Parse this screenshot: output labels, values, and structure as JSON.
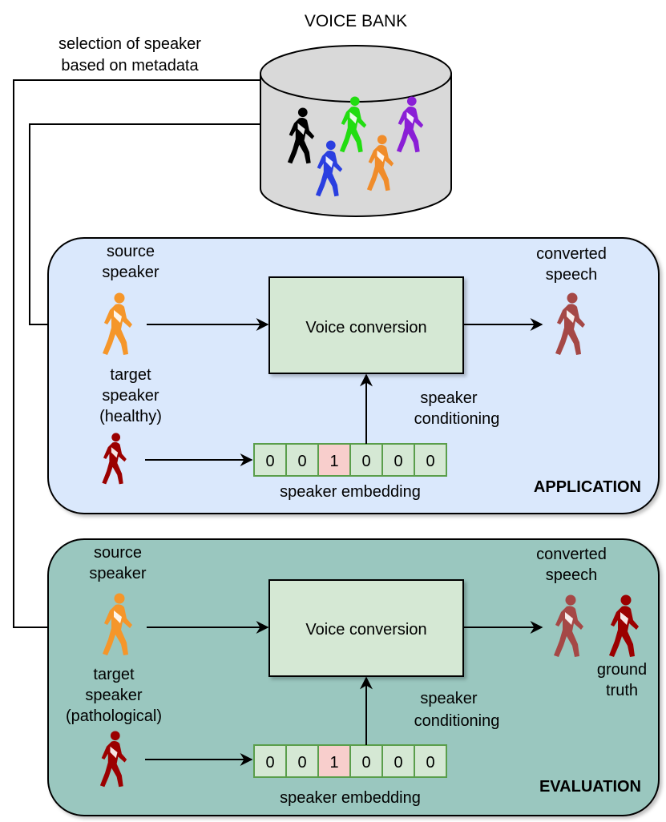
{
  "voice_bank": {
    "title": "VOICE BANK",
    "selection_label_line1": "selection of speaker",
    "selection_label_line2": "based on metadata",
    "walker_colors": [
      "#000000",
      "#22dd11",
      "#8a1fd6",
      "#2a3fe0",
      "#f08c2a"
    ]
  },
  "application": {
    "panel_label": "APPLICATION",
    "panel_color": "#dae8fc",
    "source_line1": "source",
    "source_line2": "speaker",
    "target_line1": "target",
    "target_line2": "speaker",
    "target_line3": "(healthy)",
    "vc_label": "Voice conversion",
    "converted_line1": "converted",
    "converted_line2": "speech",
    "conditioning_line1": "speaker",
    "conditioning_line2": "conditioning",
    "embedding_label": "speaker embedding",
    "embedding": [
      "0",
      "0",
      "1",
      "0",
      "0",
      "0"
    ]
  },
  "evaluation": {
    "panel_label": "EVALUATION",
    "panel_color": "#9ac7bf",
    "source_line1": "source",
    "source_line2": "speaker",
    "target_line1": "target",
    "target_line2": "speaker",
    "target_line3": "(pathological)",
    "vc_label": "Voice conversion",
    "converted_line1": "converted",
    "converted_line2": "speech",
    "ground_truth_line1": "ground",
    "ground_truth_line2": "truth",
    "conditioning_line1": "speaker",
    "conditioning_line2": "conditioning",
    "embedding_label": "speaker embedding",
    "embedding": [
      "0",
      "0",
      "1",
      "0",
      "0",
      "0"
    ]
  },
  "colors": {
    "vc_box": "#d5e8d4",
    "cell": "#d5e8d4",
    "cell_active": "#f8cecc",
    "source_speaker": "#f5962a",
    "target_speaker": "#9b0000",
    "converted_speaker": "#a54846"
  }
}
